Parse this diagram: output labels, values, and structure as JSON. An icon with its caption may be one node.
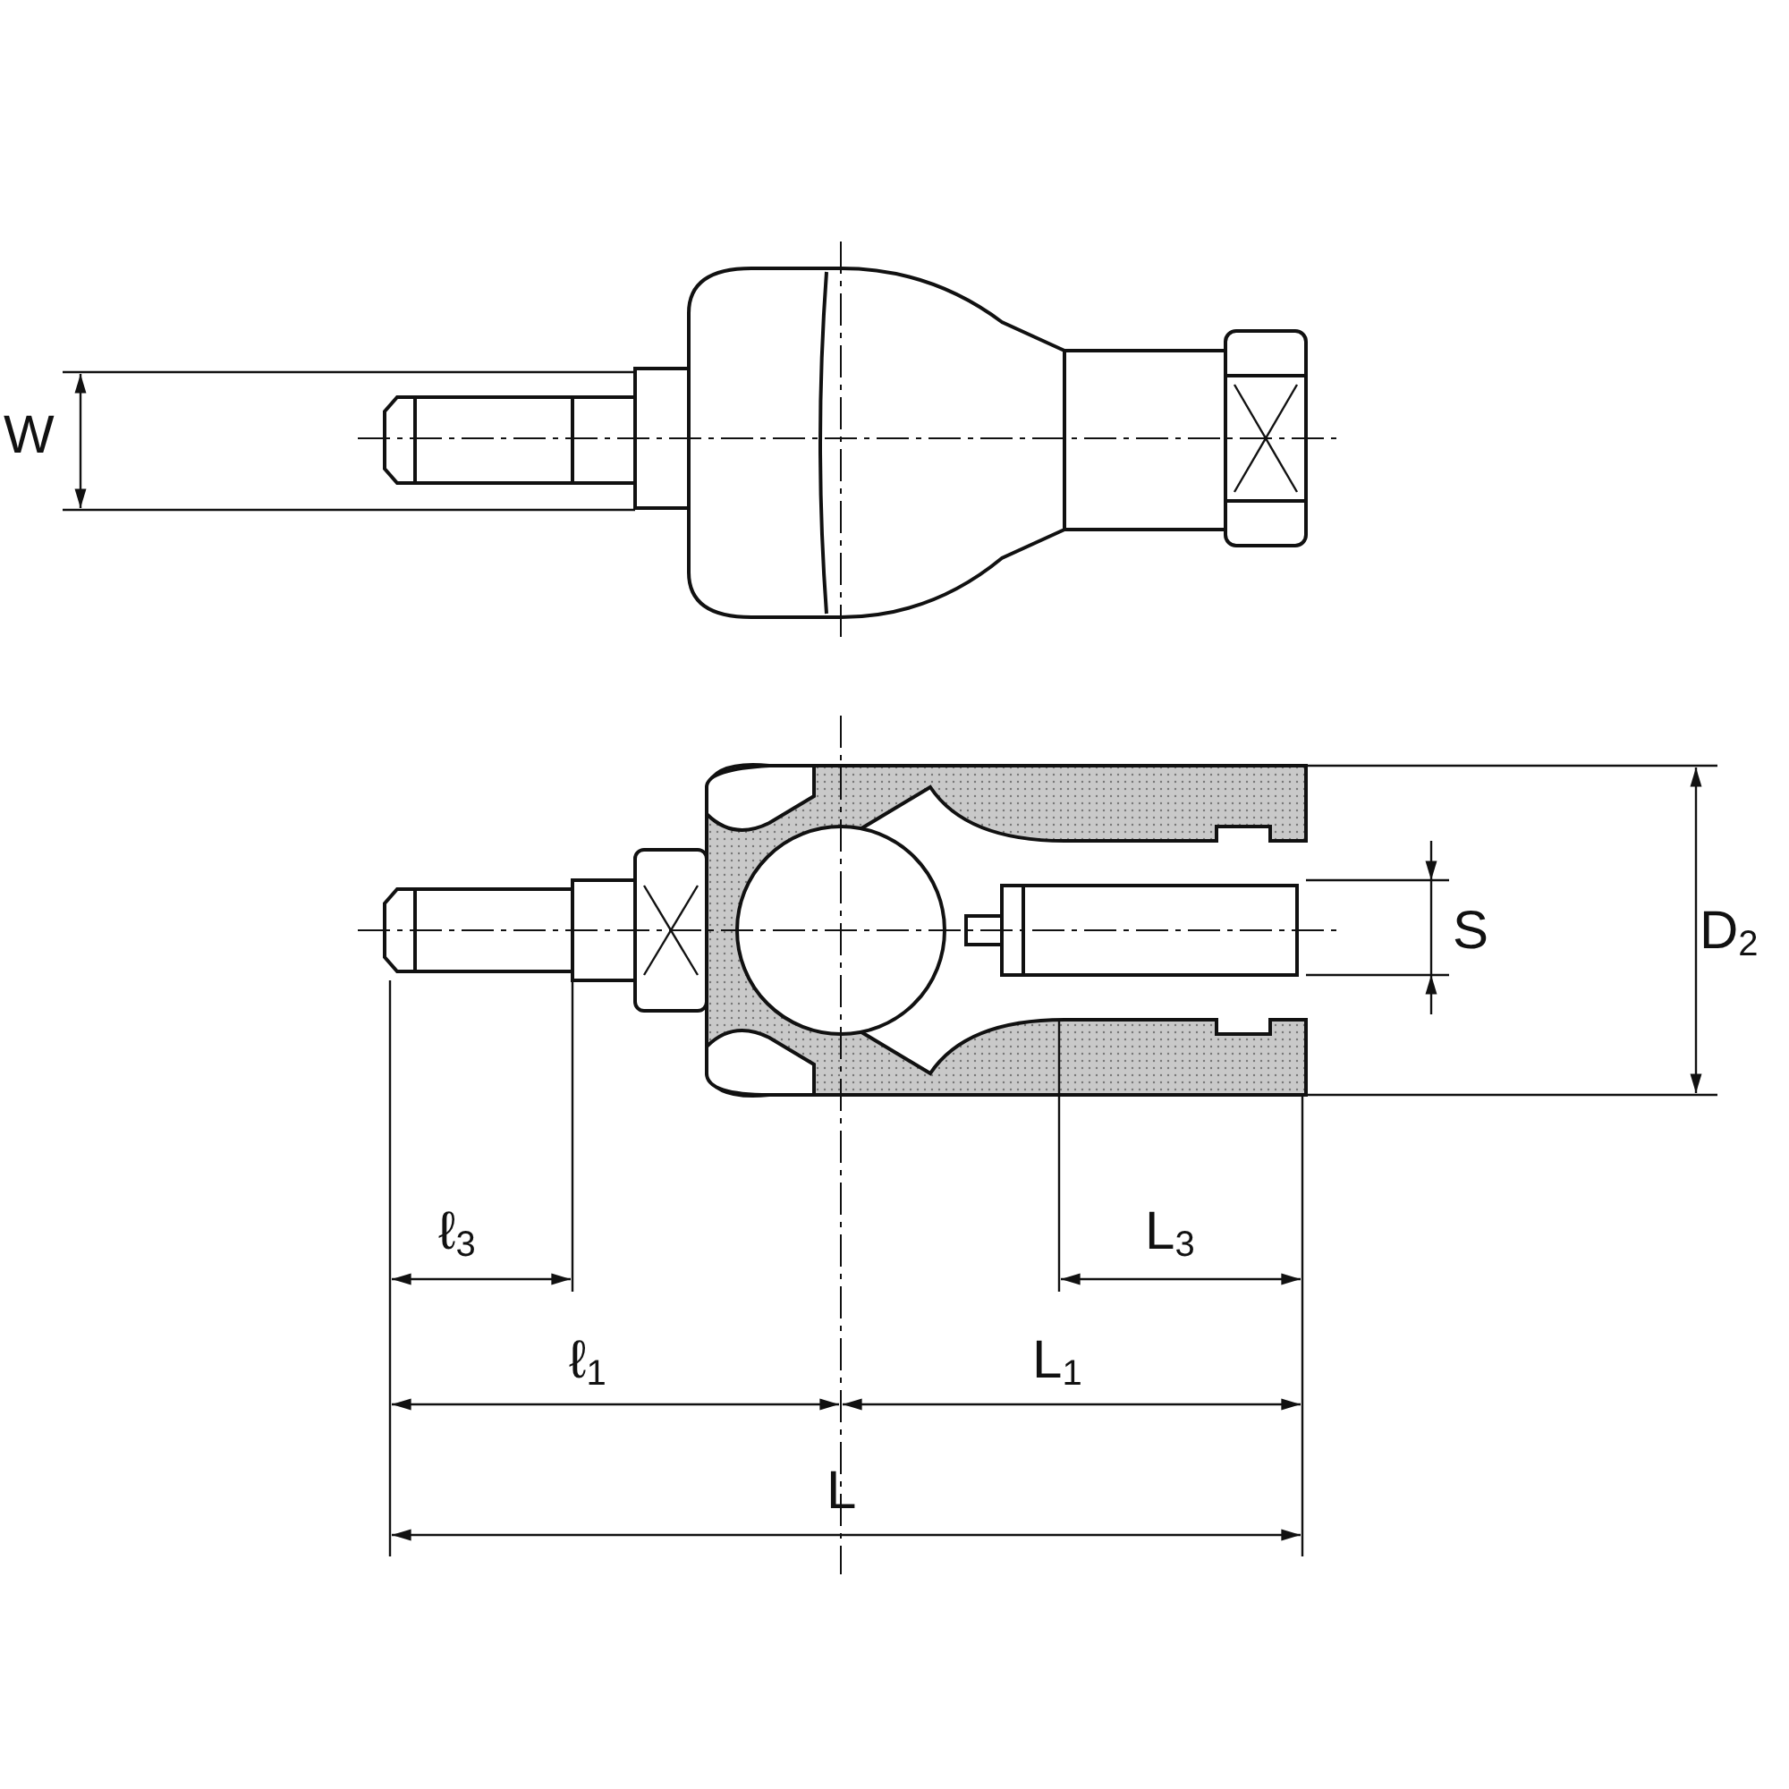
{
  "diagram": {
    "labels": [
      "W",
      "D$_{2}$",
      "S",
      "ℓ$_{3}$",
      "L$_{3}$",
      "ℓ$_{1}$",
      "L$_{1}$",
      "L"
    ]
  }
}
